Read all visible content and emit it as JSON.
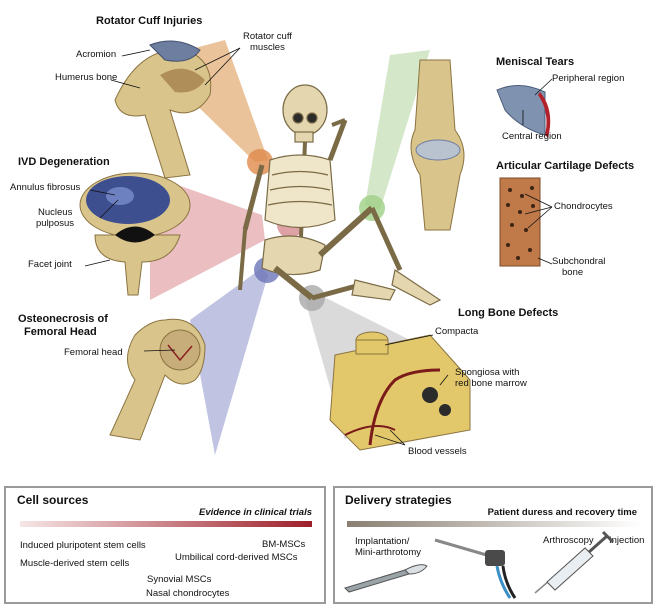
{
  "conditions": {
    "rotator_cuff": {
      "title": "Rotator Cuff Injuries",
      "labels": {
        "acromion": "Acromion",
        "humerus": "Humerus bone",
        "muscles_line1": "Rotator cuff",
        "muscles_line2": "muscles"
      }
    },
    "ivd": {
      "title": "IVD Degeneration",
      "labels": {
        "annulus": "Annulus fibrosus",
        "nucleus_line1": "Nucleus",
        "nucleus_line2": "pulposus",
        "facet": "Facet joint"
      }
    },
    "femoral": {
      "title_line1": "Osteonecrosis of",
      "title_line2": "Femoral Head",
      "labels": {
        "head": "Femoral head"
      }
    },
    "meniscal": {
      "title": "Meniscal Tears",
      "labels": {
        "peripheral": "Peripheral region",
        "central": "Central region"
      }
    },
    "cartilage": {
      "title": "Articular Cartilage Defects",
      "labels": {
        "chondrocytes": "Chondrocytes",
        "subchondral_line1": "Subchondral",
        "subchondral_line2": "bone"
      }
    },
    "long_bone": {
      "title": "Long Bone Defects",
      "labels": {
        "compacta": "Compacta",
        "spongiosa_line1": "Spongiosa with",
        "spongiosa_line2": "red bone marrow",
        "vessels": "Blood vessels"
      }
    }
  },
  "cell_sources": {
    "title": "Cell sources",
    "axis_label": "Evidence in clinical trials",
    "items": {
      "ipsc": "Induced pluripotent stem cells",
      "muscle": "Muscle-derived stem cells",
      "bm": "BM-MSCs",
      "umbilical": "Umbilical cord-derived MSCs",
      "synovial": "Synovial MSCs",
      "nasal": "Nasal chondrocytes"
    },
    "colors": {
      "gradient_start": "#f3e1e1",
      "gradient_end": "#9e1f2a"
    }
  },
  "delivery": {
    "title": "Delivery strategies",
    "axis_label": "Patient duress and recovery time",
    "items": {
      "implant_line1": "Implantation/",
      "implant_line2": "Mini-arthrotomy",
      "arthroscopy": "Arthroscopy",
      "injection": "Injection"
    },
    "icons": [
      "scalpel-icon",
      "arthroscope-icon",
      "syringe-icon"
    ],
    "colors": {
      "gradient_start": "#8a7f72",
      "gradient_end": "#ffffff"
    }
  },
  "colors": {
    "rotator_wedge": "#e8b98a",
    "ivd_wedge": "#e7b4b7",
    "femoral_wedge": "#b9bedf",
    "meniscal_wedge": "#cfe4c2",
    "long_bone_wedge": "#d6d6d6",
    "bone": "#d9c48b",
    "disc_blue": "#3d4f8f"
  }
}
